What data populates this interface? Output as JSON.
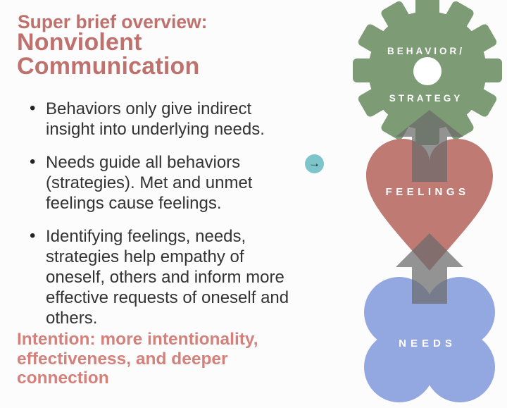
{
  "slide": {
    "title_eyebrow": "Super brief overview:",
    "title_main": "Nonviolent\nCommunication",
    "bullets": [
      "Behaviors only give indirect\ninsight into underlying needs.",
      "Needs guide all behaviors\n(strategies). Met and unmet\nfeelings cause feelings.",
      "Identifying feelings, needs,\nstrategies help empathy of\noneself, others and inform more\neffective requests of oneself and\nothers."
    ],
    "intention": "Intention: more intentionality,\neffectiveness, and deeper\nconnection"
  },
  "diagram": {
    "behavior_node": {
      "label_top": "BEHAVIOR/",
      "label_bottom": "STRATEGY",
      "shape": "gear"
    },
    "feelings_node": {
      "label": "FEELINGS",
      "shape": "heart"
    },
    "needs_node": {
      "label": "NEEDS",
      "shape": "quatrefoil"
    },
    "arrows": {
      "direction": "up",
      "count": 2
    }
  },
  "annotations": {
    "forward_button_glyph": "→"
  },
  "colors": {
    "title_pink": "#bf716d",
    "intention_pink": "#d4817b",
    "body_text": "#333333",
    "gear_green": "#7d9b74",
    "heart_red": "#bf7a73",
    "needs_blue": "#93a8e0",
    "arrow_gray": "#6b6b6b",
    "button_teal": "#7ec5cb",
    "background": "#fcfcfc"
  }
}
